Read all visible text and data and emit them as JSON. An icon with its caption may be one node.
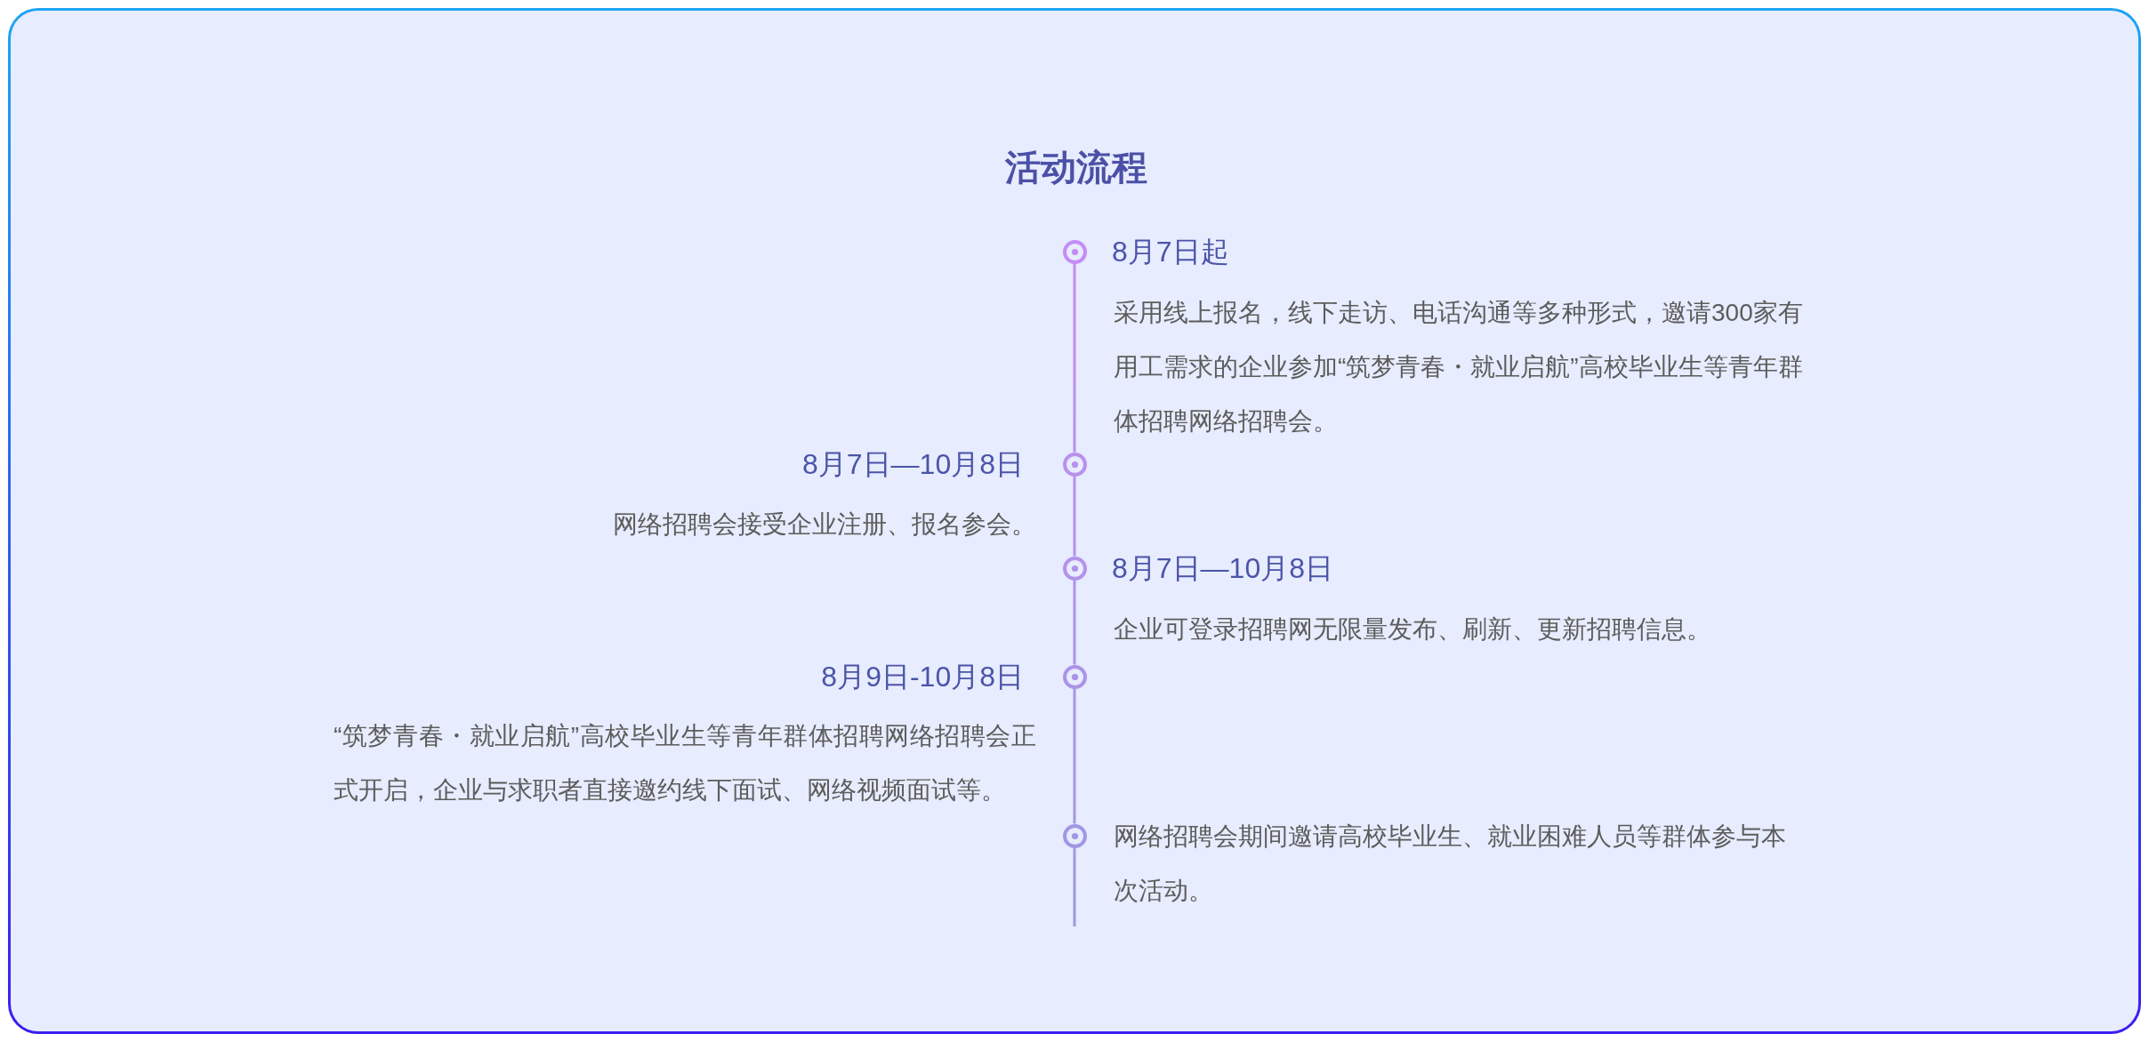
{
  "diagram": {
    "title": "活动流程",
    "nodes": [
      {
        "text": [],
        "shape": "circle",
        "beside": [
          "8月7日起",
          "采用线上报名，线下走访、电话沟通等多种形式，邀请300家有用工需求的企业参加“筑梦青春・就业启航”高校毕业生等青年群体招聘网络招聘会。"
        ]
      },
      {
        "text": [],
        "shape": "circle",
        "beside": [
          "8月7日—10月8日",
          "网络招聘会接受企业注册、报名参会。"
        ]
      },
      {
        "text": [],
        "shape": "circle",
        "beside": [
          "8月7日—10月8日",
          "企业可登录招聘网无限量发布、刷新、更新招聘信息。"
        ]
      },
      {
        "text": [],
        "shape": "circle",
        "beside": [
          "8月9日-10月8日",
          "“筑梦青春・就业启航”高校毕业生等青年群体招聘网络招聘会正式开启，企业与求职者直接邀约线下面试、网络视频面试等。"
        ]
      },
      {
        "text": [],
        "shape": "circle",
        "beside": [
          "网络招聘会期间邀请高校毕业生、就业困难人员等群体参与本次活动。"
        ]
      }
    ],
    "edges": [
      {
        "from": 0,
        "to": 1,
        "arrow": "none"
      },
      {
        "from": 1,
        "to": 2,
        "arrow": "none"
      },
      {
        "from": 2,
        "to": 3,
        "arrow": "none"
      },
      {
        "from": 3,
        "to": 4,
        "arrow": "none"
      },
      {
        "from": 4,
        "to": null,
        "arrow": "none"
      }
    ]
  }
}
